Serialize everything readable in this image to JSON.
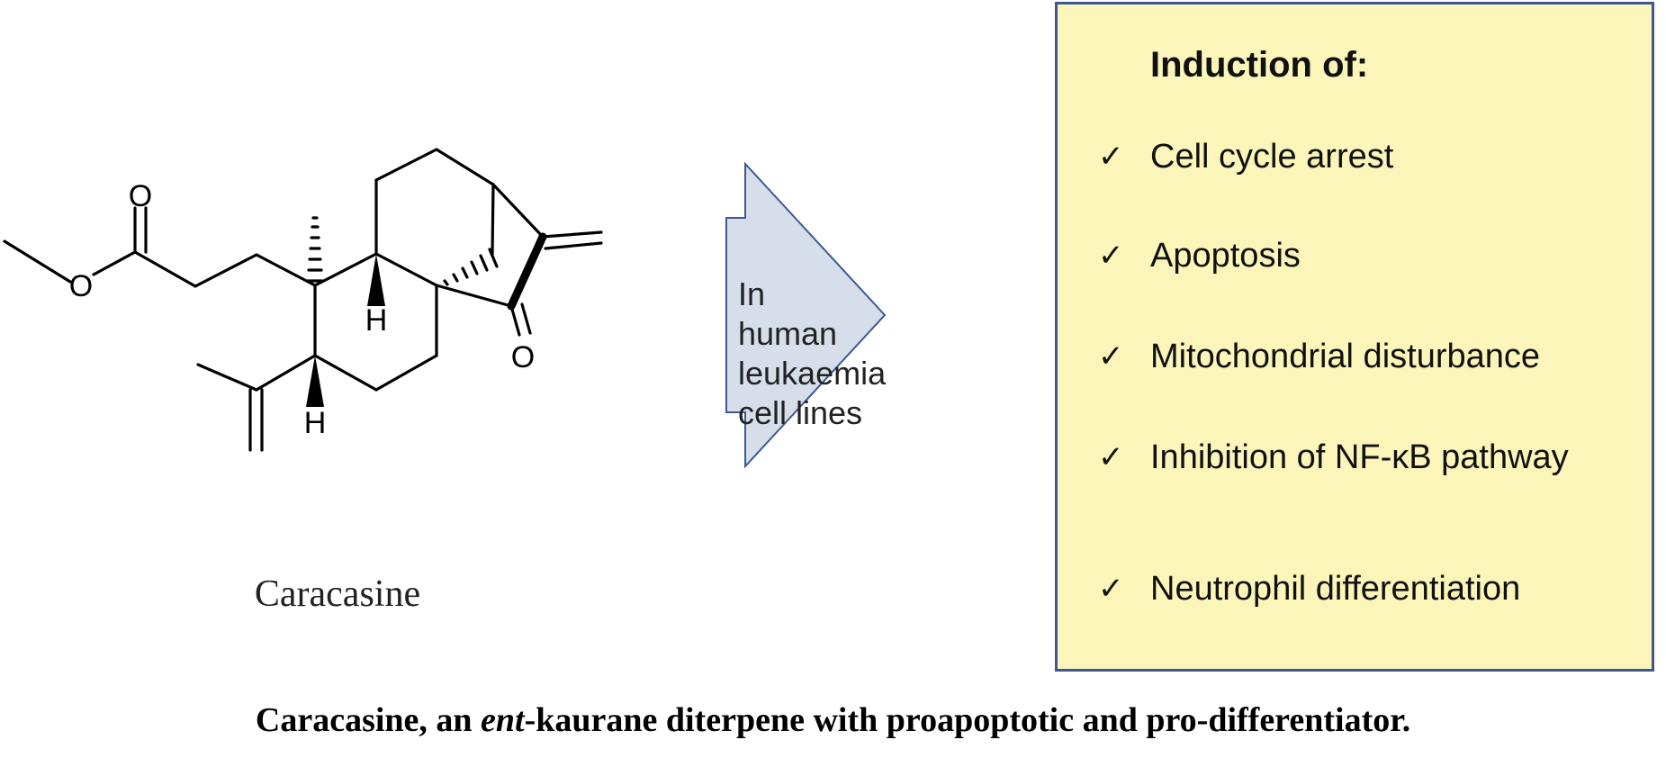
{
  "compound": {
    "name": "Caracasine",
    "atoms": {
      "carbonyl_oxygen": "O",
      "ether_oxygen": "O",
      "ketone_oxygen": "O",
      "hydrogen_upper": "H",
      "hydrogen_lower": "H"
    }
  },
  "arrow": {
    "lines": [
      "In human",
      "leukaemia",
      "cell lines"
    ],
    "fill_color": "#d6dfe9",
    "border_color": "#3d5796"
  },
  "result_box": {
    "title": "Induction of:",
    "check_icon": "check-mark-icon",
    "check_glyph": "✓",
    "background_color": "#fbf5b9",
    "border_color": "#3d5796",
    "items": [
      {
        "label": "Cell cycle arrest"
      },
      {
        "label": "Apoptosis"
      },
      {
        "label": "Mitochondrial disturbance"
      },
      {
        "label": "Inhibition of NF-κB pathway"
      },
      {
        "label": "Neutrophil differentiation"
      }
    ]
  },
  "caption": {
    "part1": "Caracasine, an ",
    "italic": "ent",
    "part2": "-kaurane diterpene with proapoptotic and pro-differentiator."
  }
}
